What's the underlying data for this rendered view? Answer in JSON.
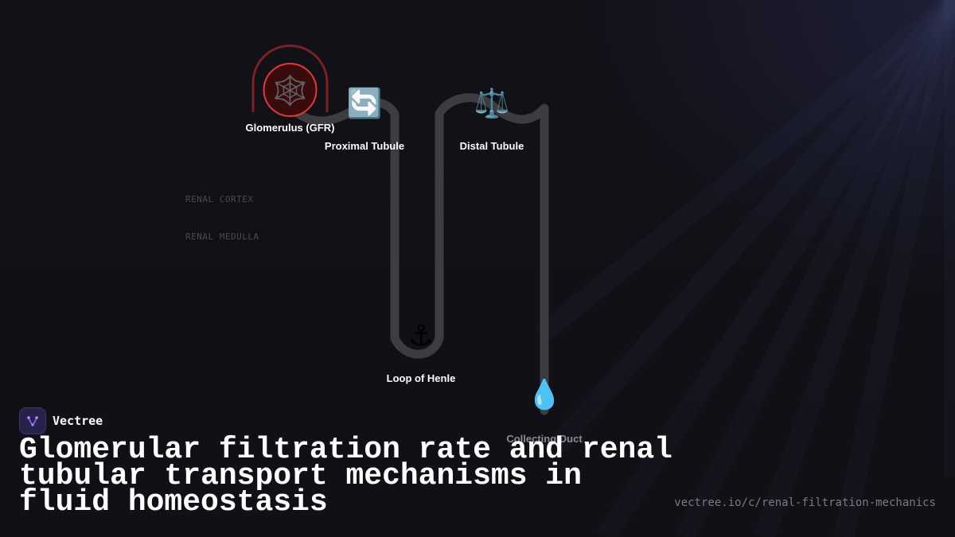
{
  "diagram": {
    "nodes": {
      "glomerulus": {
        "label": "Glomerulus (GFR)",
        "icon": "spider-web-icon",
        "glyph": "🕸️"
      },
      "proximal_tubule": {
        "label": "Proximal Tubule",
        "icon": "cycle-arrows-icon",
        "glyph": "🔄"
      },
      "distal_tubule": {
        "label": "Distal Tubule",
        "icon": "balance-scale-icon",
        "glyph": "⚖️"
      },
      "loop_of_henle": {
        "label": "Loop of Henle",
        "icon": "anchor-icon",
        "glyph": "⚓"
      },
      "collecting_duct": {
        "label": "Collecting Duct",
        "icon": "droplet-icon",
        "glyph": "💧"
      }
    },
    "zones": {
      "cortex": "RENAL CORTEX",
      "medulla": "RENAL MEDULLA"
    },
    "colors": {
      "tubule": "#3d3c42",
      "glomerulus_ring": "#e0383f",
      "capsule": "#7a2026"
    }
  },
  "brand": {
    "name": "Vectree",
    "logo_icon": "vectree-logo-icon"
  },
  "title": "Glomerular filtration rate and renal tubular transport mechanisms in fluid homeostasis",
  "url": "vectree.io/c/renal-filtration-mechanics"
}
